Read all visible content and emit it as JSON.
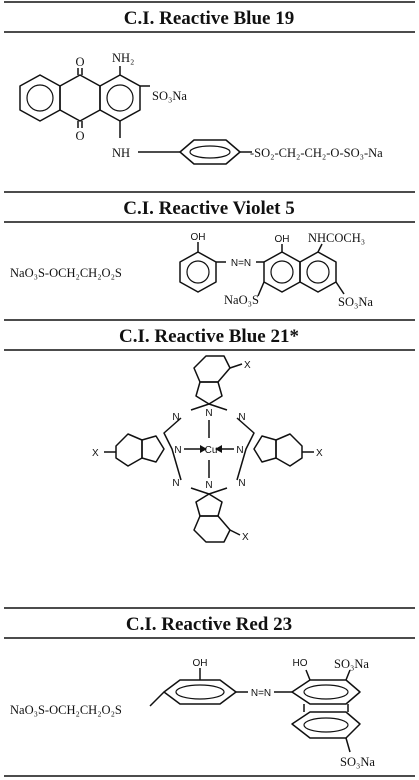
{
  "sections": [
    {
      "title": "C.I. Reactive Blue 19",
      "labels": [
        "O",
        "O",
        "NH₂",
        "SO₃Na",
        "NH",
        "-SO₂-CH₂-CH₂-O-SO₃-Na"
      ]
    },
    {
      "title": "C.I. Reactive Violet 5",
      "labels": [
        "NaO₃S-OCH₂CH₂O₂S",
        "OH",
        "N=N",
        "OH",
        "NHCOCH₃",
        "NaO₃S",
        "SO₃Na"
      ]
    },
    {
      "title": "C.I. Reactive Blue 21*",
      "labels": [
        "X",
        "X",
        "X",
        "X",
        "N",
        "N",
        "N",
        "N",
        "N",
        "N",
        "N",
        "N",
        "Cu"
      ]
    },
    {
      "title": "C.I. Reactive Red 23",
      "labels": [
        "OH",
        "N=N",
        "HO",
        "SO₃Na",
        "NaO₃S-OCH₂CH₂O₂S",
        "SO₃Na"
      ]
    }
  ]
}
